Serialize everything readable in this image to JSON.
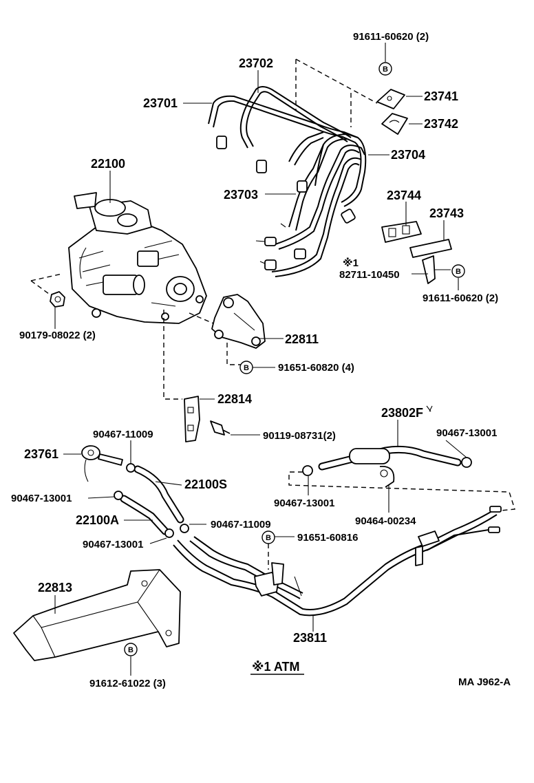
{
  "figure_code": "MA J962-A",
  "note": "※1 ATM",
  "bolt_marker": "B",
  "callouts": {
    "p_91611_60620_top": "91611-60620 (2)",
    "p_23702": "23702",
    "p_23741": "23741",
    "p_23701": "23701",
    "p_23742": "23742",
    "p_23704": "23704",
    "p_22100": "22100",
    "p_23744": "23744",
    "p_23703": "23703",
    "p_23743": "23743",
    "p_star1": "※1",
    "p_82711_10450": "82711-10450",
    "p_91611_60620_bottom": "91611-60620 (2)",
    "p_90179_08022": "90179-08022 (2)",
    "p_22811": "22811",
    "p_91651_60820": "91651-60820 (4)",
    "p_22814": "22814",
    "p_23802F": "23802F",
    "p_90467_11009_a": "90467-11009",
    "p_90119_08731": "90119-08731(2)",
    "p_90467_13001_a": "90467-13001",
    "p_23761": "23761",
    "p_22100S": "22100S",
    "p_90467_13001_b": "90467-13001",
    "p_90467_13001_c": "90467-13001",
    "p_22100A": "22100A",
    "p_90467_11009_b": "90467-11009",
    "p_90464_00234": "90464-00234",
    "p_90467_13001_d": "90467-13001",
    "p_91651_60816": "91651-60816",
    "p_22813": "22813",
    "p_23811": "23811",
    "p_91612_61022": "91612-61022 (3)"
  }
}
